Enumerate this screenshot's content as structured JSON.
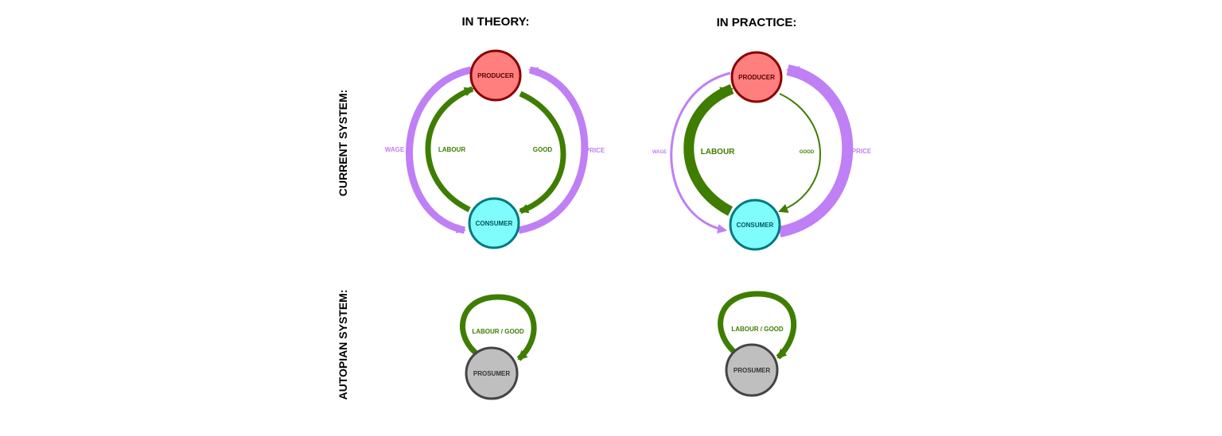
{
  "headers": {
    "theory": "IN THEORY:",
    "practice": "IN PRACTICE:"
  },
  "rows": {
    "current": "CURRENT SYSTEM:",
    "autopian": "AUTOPIAN SYSTEM:"
  },
  "nodes": {
    "producer": "PRODUCER",
    "consumer": "CONSUMER",
    "prosumer": "PROSUMER"
  },
  "flows": {
    "wage": "WAGE",
    "price": "PRICE",
    "labour": "LABOUR",
    "good": "GOOD",
    "labour_good": "LABOUR / GOOD"
  },
  "colors": {
    "purple": "#bf7ff5",
    "green": "#3e7d00",
    "producer_fill": "#ff7f7f",
    "producer_stroke": "#8b0000",
    "consumer_fill": "#7ffcfc",
    "consumer_stroke": "#007a80",
    "prosumer_fill": "#bfbfbf",
    "prosumer_stroke": "#444444"
  }
}
